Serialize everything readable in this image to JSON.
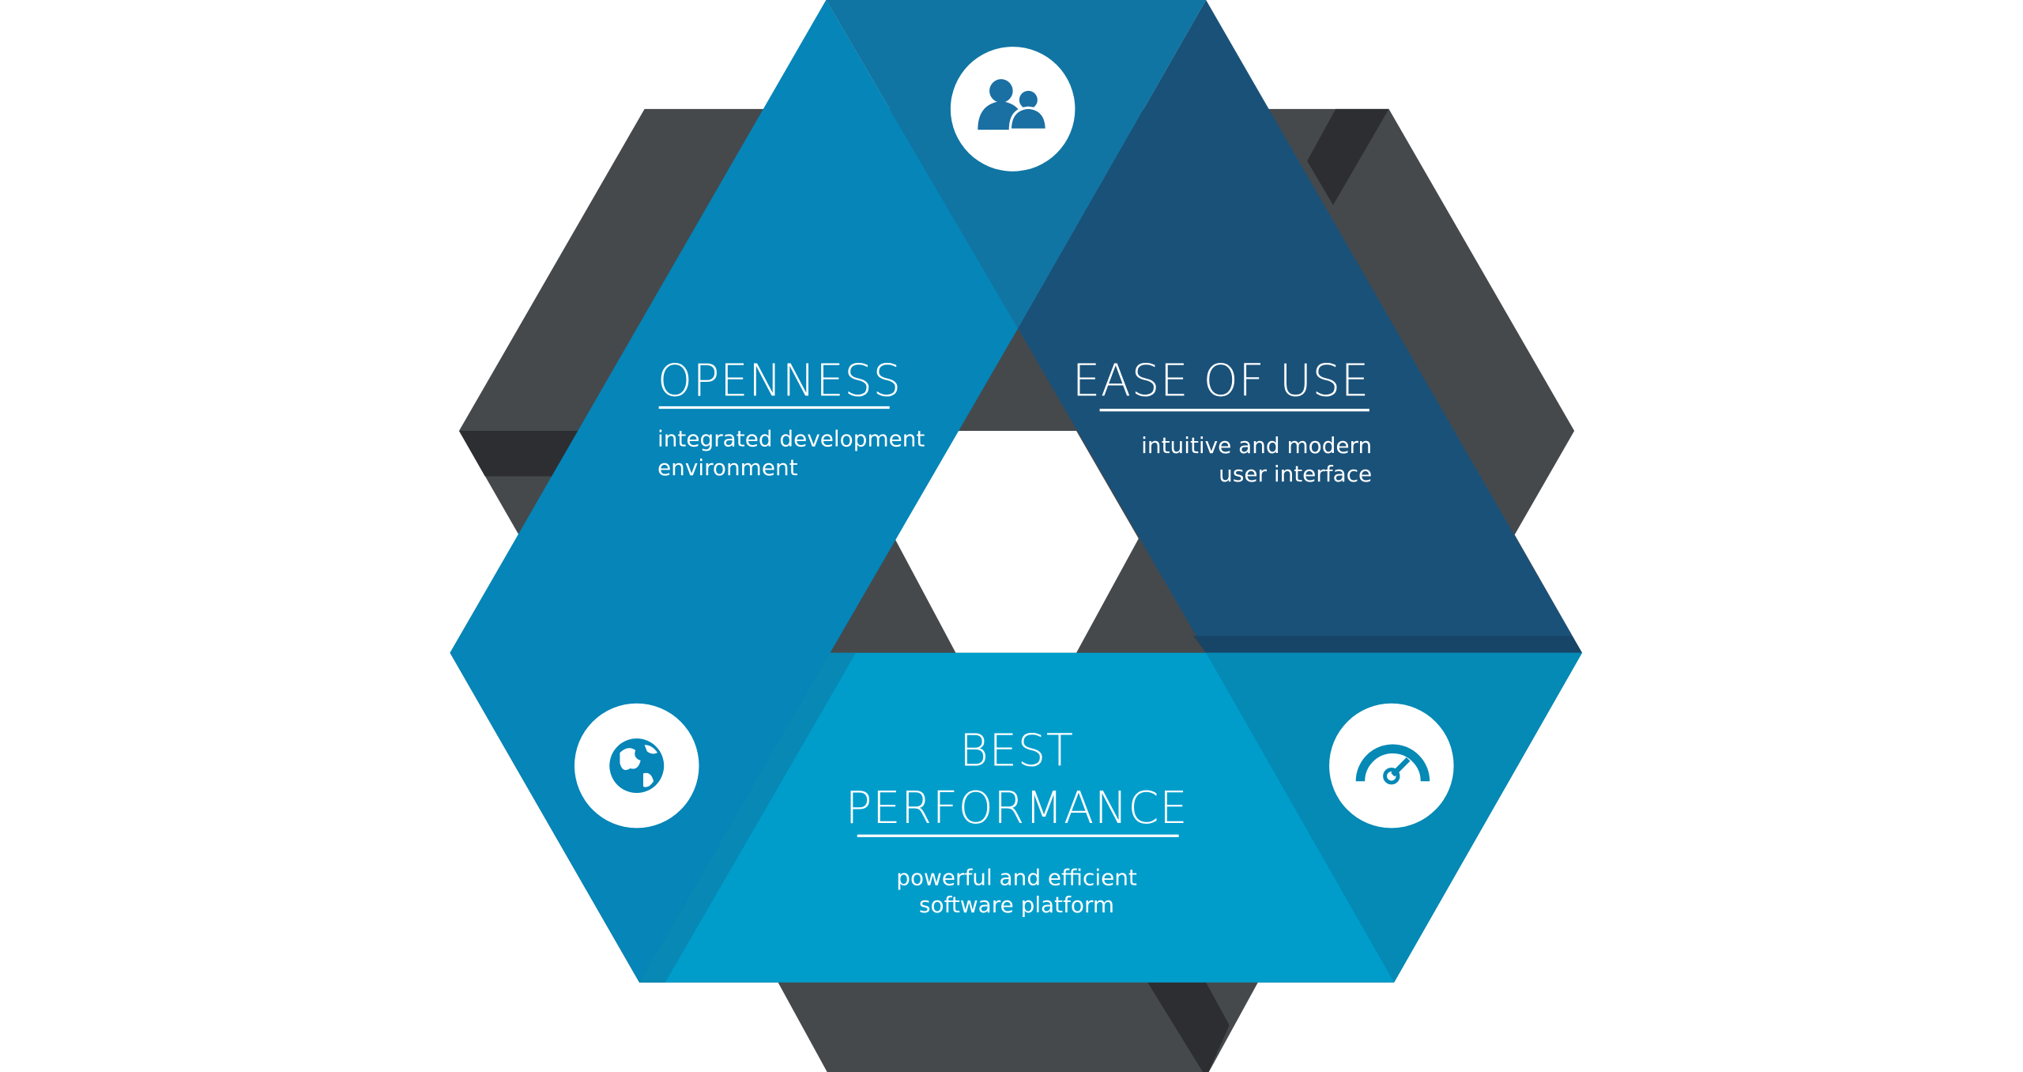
{
  "diagram": {
    "segments": [
      {
        "id": "openness",
        "title": "OPENNESS",
        "lines": [
          "integrated development",
          "environment"
        ],
        "icon": "globe-icon",
        "color": "#0585b8"
      },
      {
        "id": "ease",
        "title": "EASE OF USE",
        "lines": [
          "intuitive and modern",
          "user interface"
        ],
        "icon": "users-icon",
        "color": "#1a5179"
      },
      {
        "id": "performance",
        "title_lines": [
          "BEST",
          "PERFORMANCE"
        ],
        "lines": [
          "powerful and efficient",
          "software platform"
        ],
        "icon": "speedometer-icon",
        "color": "#009dcb"
      }
    ],
    "colors": {
      "gray": "#45494c",
      "dark": "#2d2e31",
      "overlap_top": "#1075a3",
      "overlap_right": "#0589b5"
    }
  }
}
